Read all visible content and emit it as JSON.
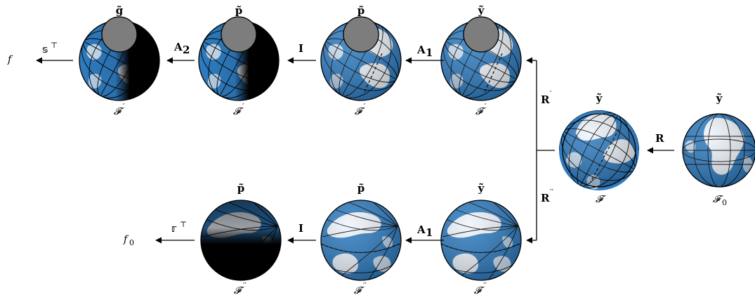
{
  "globes": {
    "top_1": {
      "title": "g̃",
      "caption": "𝓕",
      "prime": "′"
    },
    "top_2": {
      "title": "p̃",
      "caption": "𝓕",
      "prime": "′"
    },
    "top_3": {
      "title": "p̃",
      "caption": "𝓕",
      "prime": "′"
    },
    "top_4": {
      "title": "ỹ",
      "caption": "𝓕",
      "prime": "′"
    },
    "mid": {
      "title": "ỹ",
      "caption": "𝓕"
    },
    "right": {
      "title": "ỹ",
      "caption": "𝓕",
      "subscript": "0"
    },
    "bot_1": {
      "title": "p̃",
      "caption": "𝓕",
      "prime": "′′"
    },
    "bot_2": {
      "title": "p̃",
      "caption": "𝓕",
      "prime": "′′"
    },
    "bot_3": {
      "title": "ỹ",
      "caption": "𝓕",
      "prime": "′′"
    }
  },
  "arrows": {
    "s_top": {
      "label": "𝕤",
      "sup": "⊤"
    },
    "a2_top": {
      "label": "A",
      "sub": "2"
    },
    "i_top": {
      "label": "I"
    },
    "a1_top": {
      "label": "A",
      "sub": "1"
    },
    "r": {
      "label": "R"
    },
    "r_prime": {
      "label": "R",
      "sup": "′"
    },
    "r_dprime": {
      "label": "R",
      "sup": "′′"
    },
    "a1_bot": {
      "label": "A",
      "sub": "1"
    },
    "i_bot": {
      "label": "I"
    },
    "r_bot": {
      "label": "𝕣",
      "sup": "⊤"
    }
  },
  "outputs": {
    "f_top": "f",
    "f_bot": "f",
    "f_bot_sub": "0"
  },
  "colors": {
    "ocean": "#2f7cc0",
    "land": "#eef4fb",
    "dark": "#050505",
    "cap": "#7d7d7d"
  }
}
